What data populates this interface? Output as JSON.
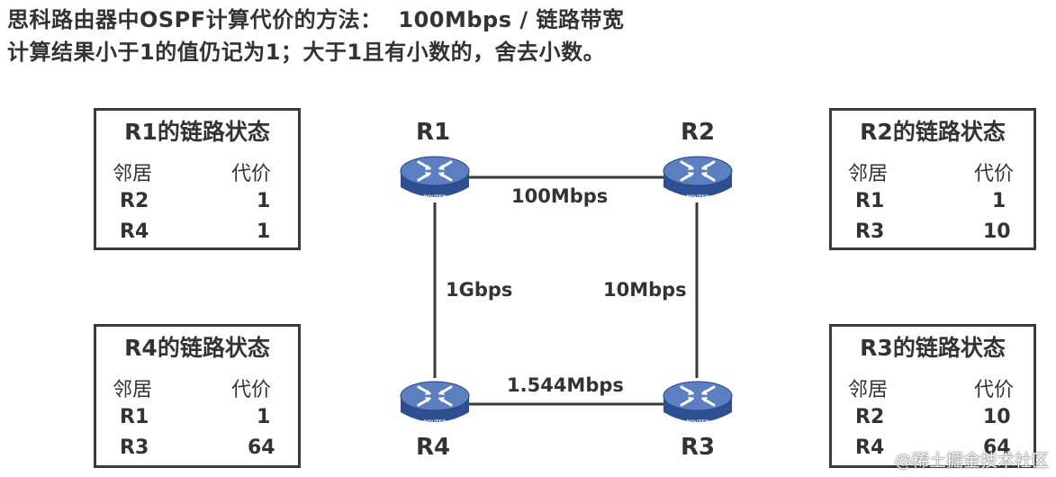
{
  "header": {
    "line1": "思科路由器中OSPF计算代价的方法：  100Mbps / 链路带宽",
    "line2": "计算结果小于1的值仍记为1；大于1且有小数的，舍去小数。"
  },
  "column_headers": {
    "neighbor": "邻居",
    "cost": "代价"
  },
  "boxes": {
    "r1": {
      "title": "R1的链路状态",
      "rows": [
        {
          "neighbor": "R2",
          "cost": "1"
        },
        {
          "neighbor": "R4",
          "cost": "1"
        }
      ]
    },
    "r2": {
      "title": "R2的链路状态",
      "rows": [
        {
          "neighbor": "R1",
          "cost": "1"
        },
        {
          "neighbor": "R3",
          "cost": "10"
        }
      ]
    },
    "r4": {
      "title": "R4的链路状态",
      "rows": [
        {
          "neighbor": "R1",
          "cost": "1"
        },
        {
          "neighbor": "R3",
          "cost": "64"
        }
      ]
    },
    "r3": {
      "title": "R3的链路状态",
      "rows": [
        {
          "neighbor": "R2",
          "cost": "10"
        },
        {
          "neighbor": "R4",
          "cost": "64"
        }
      ]
    }
  },
  "routers": {
    "r1": {
      "name": "R1",
      "icon_text": "ROUTER"
    },
    "r2": {
      "name": "R2",
      "icon_text": "ROUTER"
    },
    "r3": {
      "name": "R3",
      "icon_text": "ROUTER"
    },
    "r4": {
      "name": "R4",
      "icon_text": "ROUTER"
    }
  },
  "links": {
    "r1_r2": "100Mbps",
    "r1_r4": "1Gbps",
    "r2_r3": "10Mbps",
    "r4_r3": "1.544Mbps"
  },
  "watermark": "@稀土掘金技术社区",
  "colors": {
    "router_top": "#5b7fc0",
    "router_body": "#2f4f93",
    "link": "#3a3a3a",
    "text": "#333333"
  }
}
